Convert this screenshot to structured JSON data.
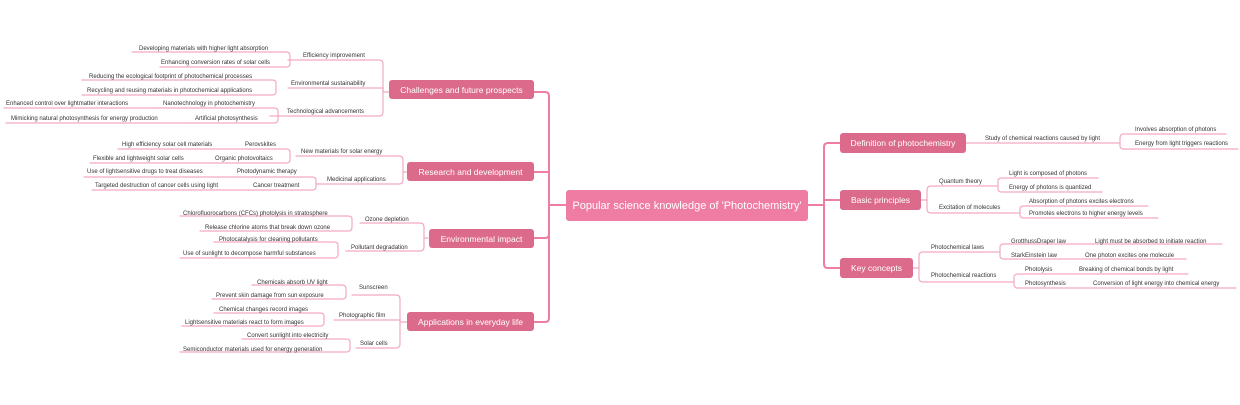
{
  "root": {
    "label": "Popular science knowledge of 'Photochemistry'"
  },
  "colors": {
    "root": "#ee7ca3",
    "topic": "#dc6b8b",
    "main_line": "#ef7ca2",
    "sub_line": "#f4a9c1",
    "text": "#333333"
  },
  "left": [
    {
      "label": "Challenges and future prospects",
      "children": [
        {
          "label": "Efficiency improvement",
          "children": [
            {
              "label": "Developing materials with higher light absorption"
            },
            {
              "label": "Enhancing conversion rates of solar cells"
            }
          ]
        },
        {
          "label": "Environmental sustainability",
          "children": [
            {
              "label": "Reducing the ecological footprint of photochemical processes"
            },
            {
              "label": "Recycling and reusing materials in photochemical applications"
            }
          ]
        },
        {
          "label": "Technological advancements",
          "children": [
            {
              "label": "Nanotechnology in photochemistry",
              "children": [
                {
                  "label": "Enhanced control over lightmatter interactions"
                }
              ]
            },
            {
              "label": "Artificial photosynthesis",
              "children": [
                {
                  "label": "Mimicking natural photosynthesis for energy production"
                }
              ]
            }
          ]
        }
      ]
    },
    {
      "label": "Research and development",
      "children": [
        {
          "label": "New materials for solar energy",
          "children": [
            {
              "label": "Perovskites",
              "children": [
                {
                  "label": "High efficiency solar cell materials"
                }
              ]
            },
            {
              "label": "Organic photovoltaics",
              "children": [
                {
                  "label": "Flexible and lightweight solar cells"
                }
              ]
            }
          ]
        },
        {
          "label": "Medicinal applications",
          "children": [
            {
              "label": "Photodynamic therapy",
              "children": [
                {
                  "label": "Use of lightsensitive drugs to treat diseases"
                }
              ]
            },
            {
              "label": "Cancer treatment",
              "children": [
                {
                  "label": "Targeted destruction of cancer cells using light"
                }
              ]
            }
          ]
        }
      ]
    },
    {
      "label": "Environmental impact",
      "children": [
        {
          "label": "Ozone depletion",
          "children": [
            {
              "label": "Chlorofluorocarbons (CFCs) photolysis in stratosphere"
            },
            {
              "label": "Release chlorine atoms that break down ozone"
            }
          ]
        },
        {
          "label": "Pollutant degradation",
          "children": [
            {
              "label": "Photocatalysis for cleaning pollutants"
            },
            {
              "label": "Use of sunlight to decompose harmful substances"
            }
          ]
        }
      ]
    },
    {
      "label": "Applications in everyday life",
      "children": [
        {
          "label": "Sunscreen",
          "children": [
            {
              "label": "Chemicals absorb UV light"
            },
            {
              "label": "Prevent skin damage from sun exposure"
            }
          ]
        },
        {
          "label": "Photographic film",
          "children": [
            {
              "label": "Chemical changes record images"
            },
            {
              "label": "Lightsensitive materials react to form images"
            }
          ]
        },
        {
          "label": "Solar cells",
          "children": [
            {
              "label": "Convert sunlight into electricity"
            },
            {
              "label": "Semiconductor materials used for energy generation"
            }
          ]
        }
      ]
    }
  ],
  "right": [
    {
      "label": "Definition of photochemistry",
      "children": [
        {
          "label": "Study of chemical reactions caused by light",
          "children": [
            {
              "label": "Involves absorption of photons"
            },
            {
              "label": "Energy from light triggers reactions"
            }
          ]
        }
      ]
    },
    {
      "label": "Basic principles",
      "children": [
        {
          "label": "Quantum theory",
          "children": [
            {
              "label": "Light is composed of photons"
            },
            {
              "label": "Energy of photons is quantized"
            }
          ]
        },
        {
          "label": "Excitation of molecules",
          "children": [
            {
              "label": "Absorption of photons excites electrons"
            },
            {
              "label": "Promotes electrons to higher energy levels"
            }
          ]
        }
      ]
    },
    {
      "label": "Key concepts",
      "children": [
        {
          "label": "Photochemical laws",
          "children": [
            {
              "label": "GrotthussDraper law",
              "children": [
                {
                  "label": "Light must be absorbed to initiate reaction"
                }
              ]
            },
            {
              "label": "StarkEinstein law",
              "children": [
                {
                  "label": "One photon excites one molecule"
                }
              ]
            }
          ]
        },
        {
          "label": "Photochemical reactions",
          "children": [
            {
              "label": "Photolysis",
              "children": [
                {
                  "label": "Breaking of chemical bonds by light"
                }
              ]
            },
            {
              "label": "Photosynthesis",
              "children": [
                {
                  "label": "Conversion of light energy into chemical energy"
                }
              ]
            }
          ]
        }
      ]
    }
  ]
}
